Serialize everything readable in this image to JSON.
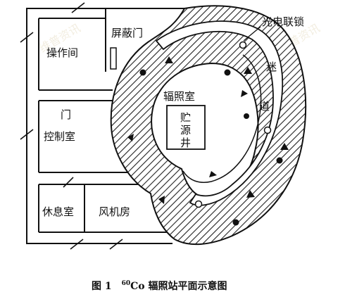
{
  "rooms": {
    "operation_room": "操作间",
    "shield_door": "屏蔽门",
    "door": "门",
    "control_room": "控制室",
    "lounge": "休息室",
    "fan_room": "风机房"
  },
  "irradiation_room": "辐照室",
  "storage_well": "贮源井",
  "maze": "迷道",
  "interlock": "光电联锁",
  "caption": {
    "figure": "图 1",
    "sup": "60",
    "element": "Co",
    "text": " 辐照站平面示意图"
  },
  "watermark": "维普资讯"
}
